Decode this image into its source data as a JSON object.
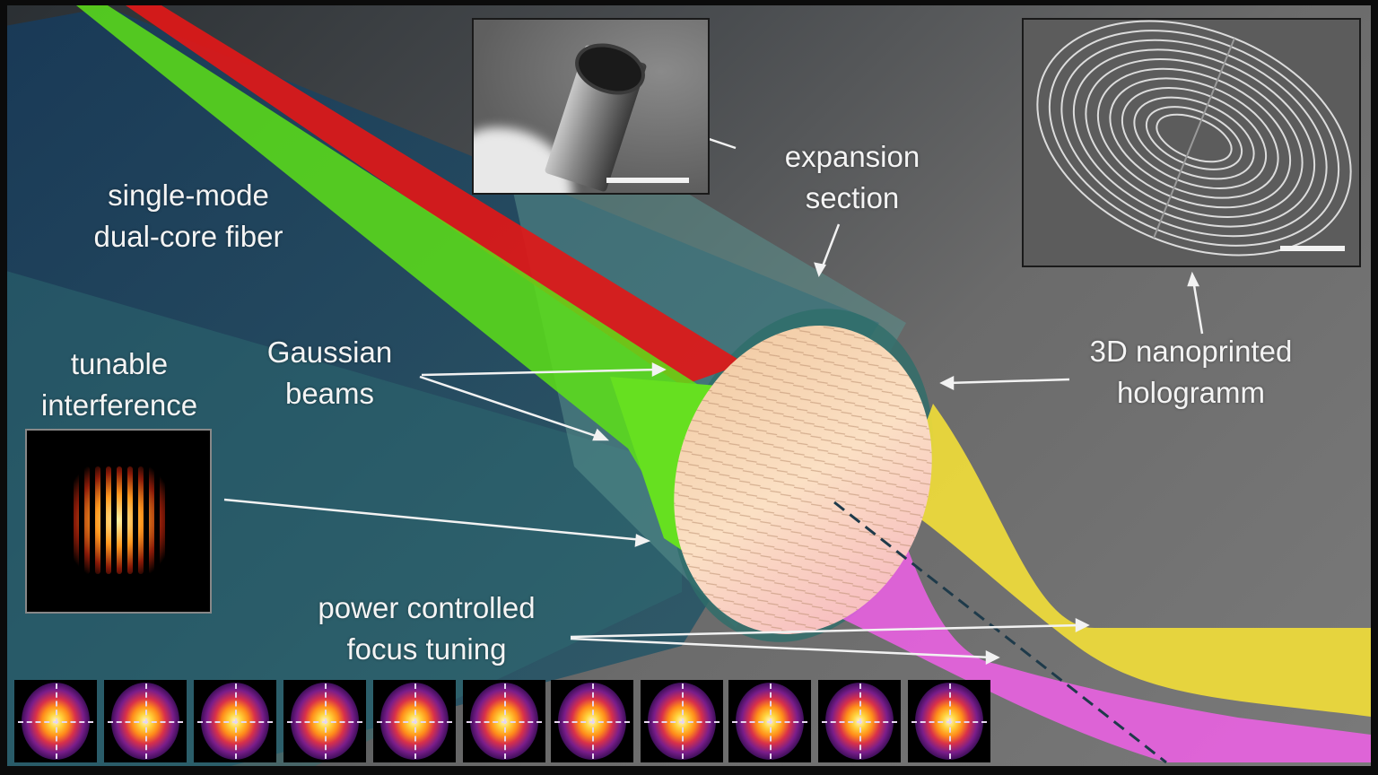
{
  "labels": {
    "fiber": [
      "single-mode",
      "dual-core fiber"
    ],
    "interference": [
      "tunable",
      "interference"
    ],
    "gaussian": [
      "Gaussian",
      "beams"
    ],
    "expansion": [
      "expansion",
      "section"
    ],
    "hologram": [
      "3D nanoprinted",
      "hologramm"
    ],
    "focus": [
      "power controlled",
      "focus tuning"
    ]
  },
  "insets": {
    "sem_expansion": {
      "description": "SEM image of expansion section cylinder",
      "has_scale_bar": true
    },
    "sem_hologram": {
      "description": "SEM image of 3D nanoprinted hologram with concentric rings",
      "has_scale_bar": true
    },
    "interference_pattern": {
      "description": "Fringe interference pattern, hot colormap",
      "fringes": 9
    }
  },
  "focus_spots": {
    "count": 11,
    "description": "Beam profile images with dashed crosshairs"
  },
  "colors": {
    "red_beam": "#e01818",
    "green_beam": "#5de018",
    "yellow_beam": "#f0dc3a",
    "magenta_beam": "#f060e8",
    "hologram": "#f5c9a8",
    "fiber_blue": "#1f4a6a",
    "background": "#6b6b6b"
  }
}
